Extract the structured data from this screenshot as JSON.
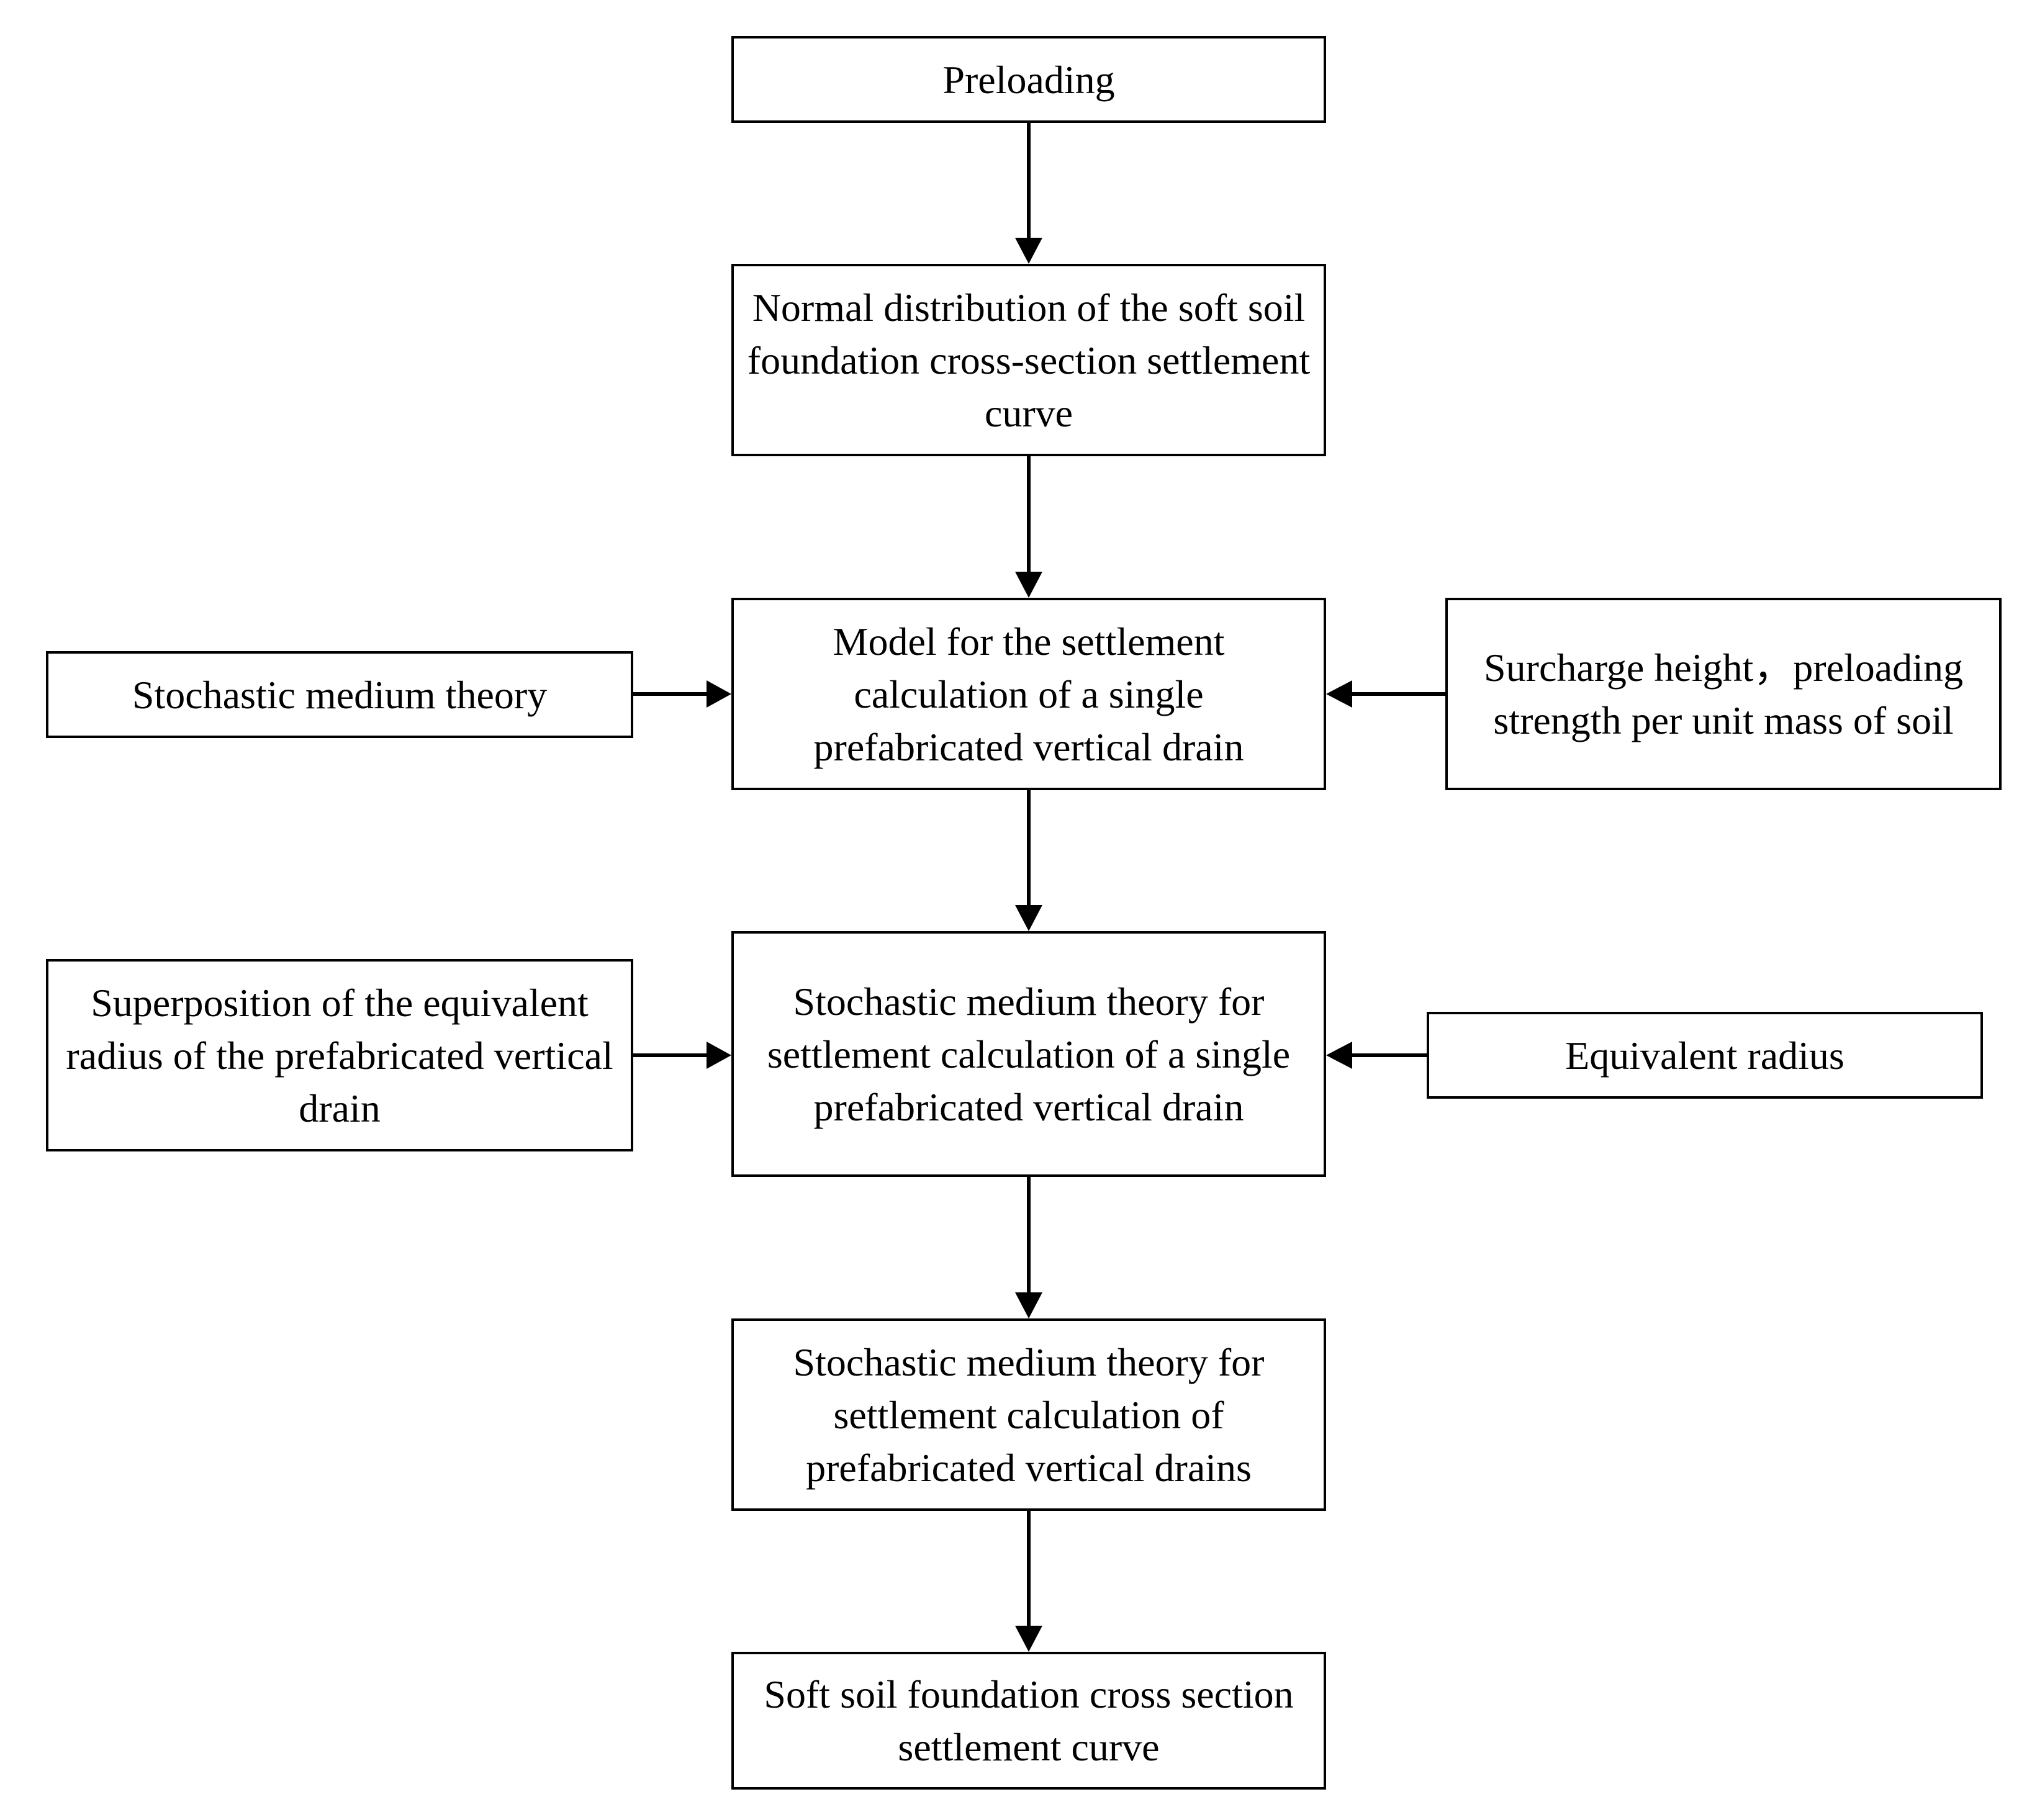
{
  "diagram": {
    "nodes": {
      "preloading": "Preloading",
      "normal_distribution": "Normal distribution of the soft soil foundation cross-section settlement curve",
      "model_single": "Model for the settlement calculation of a single prefabricated vertical drain",
      "stochastic_medium_theory": "Stochastic medium theory",
      "surcharge": "Surcharge height，preloading strength per unit mass of soil",
      "stochastic_single": "Stochastic medium theory for settlement calculation of a single prefabricated vertical drain",
      "superposition": "Superposition of the equivalent radius of the prefabricated vertical drain",
      "equivalent_radius": "Equivalent radius",
      "stochastic_multiple": "Stochastic medium theory for settlement calculation of prefabricated vertical drains",
      "result_curve": "Soft soil foundation cross section settlement curve"
    },
    "edges": [
      {
        "from": "preloading",
        "to": "normal_distribution"
      },
      {
        "from": "normal_distribution",
        "to": "model_single"
      },
      {
        "from": "stochastic_medium_theory",
        "to": "model_single"
      },
      {
        "from": "surcharge",
        "to": "model_single"
      },
      {
        "from": "model_single",
        "to": "stochastic_single"
      },
      {
        "from": "superposition",
        "to": "stochastic_single"
      },
      {
        "from": "equivalent_radius",
        "to": "stochastic_single"
      },
      {
        "from": "stochastic_single",
        "to": "stochastic_multiple"
      },
      {
        "from": "stochastic_multiple",
        "to": "result_curve"
      }
    ]
  }
}
